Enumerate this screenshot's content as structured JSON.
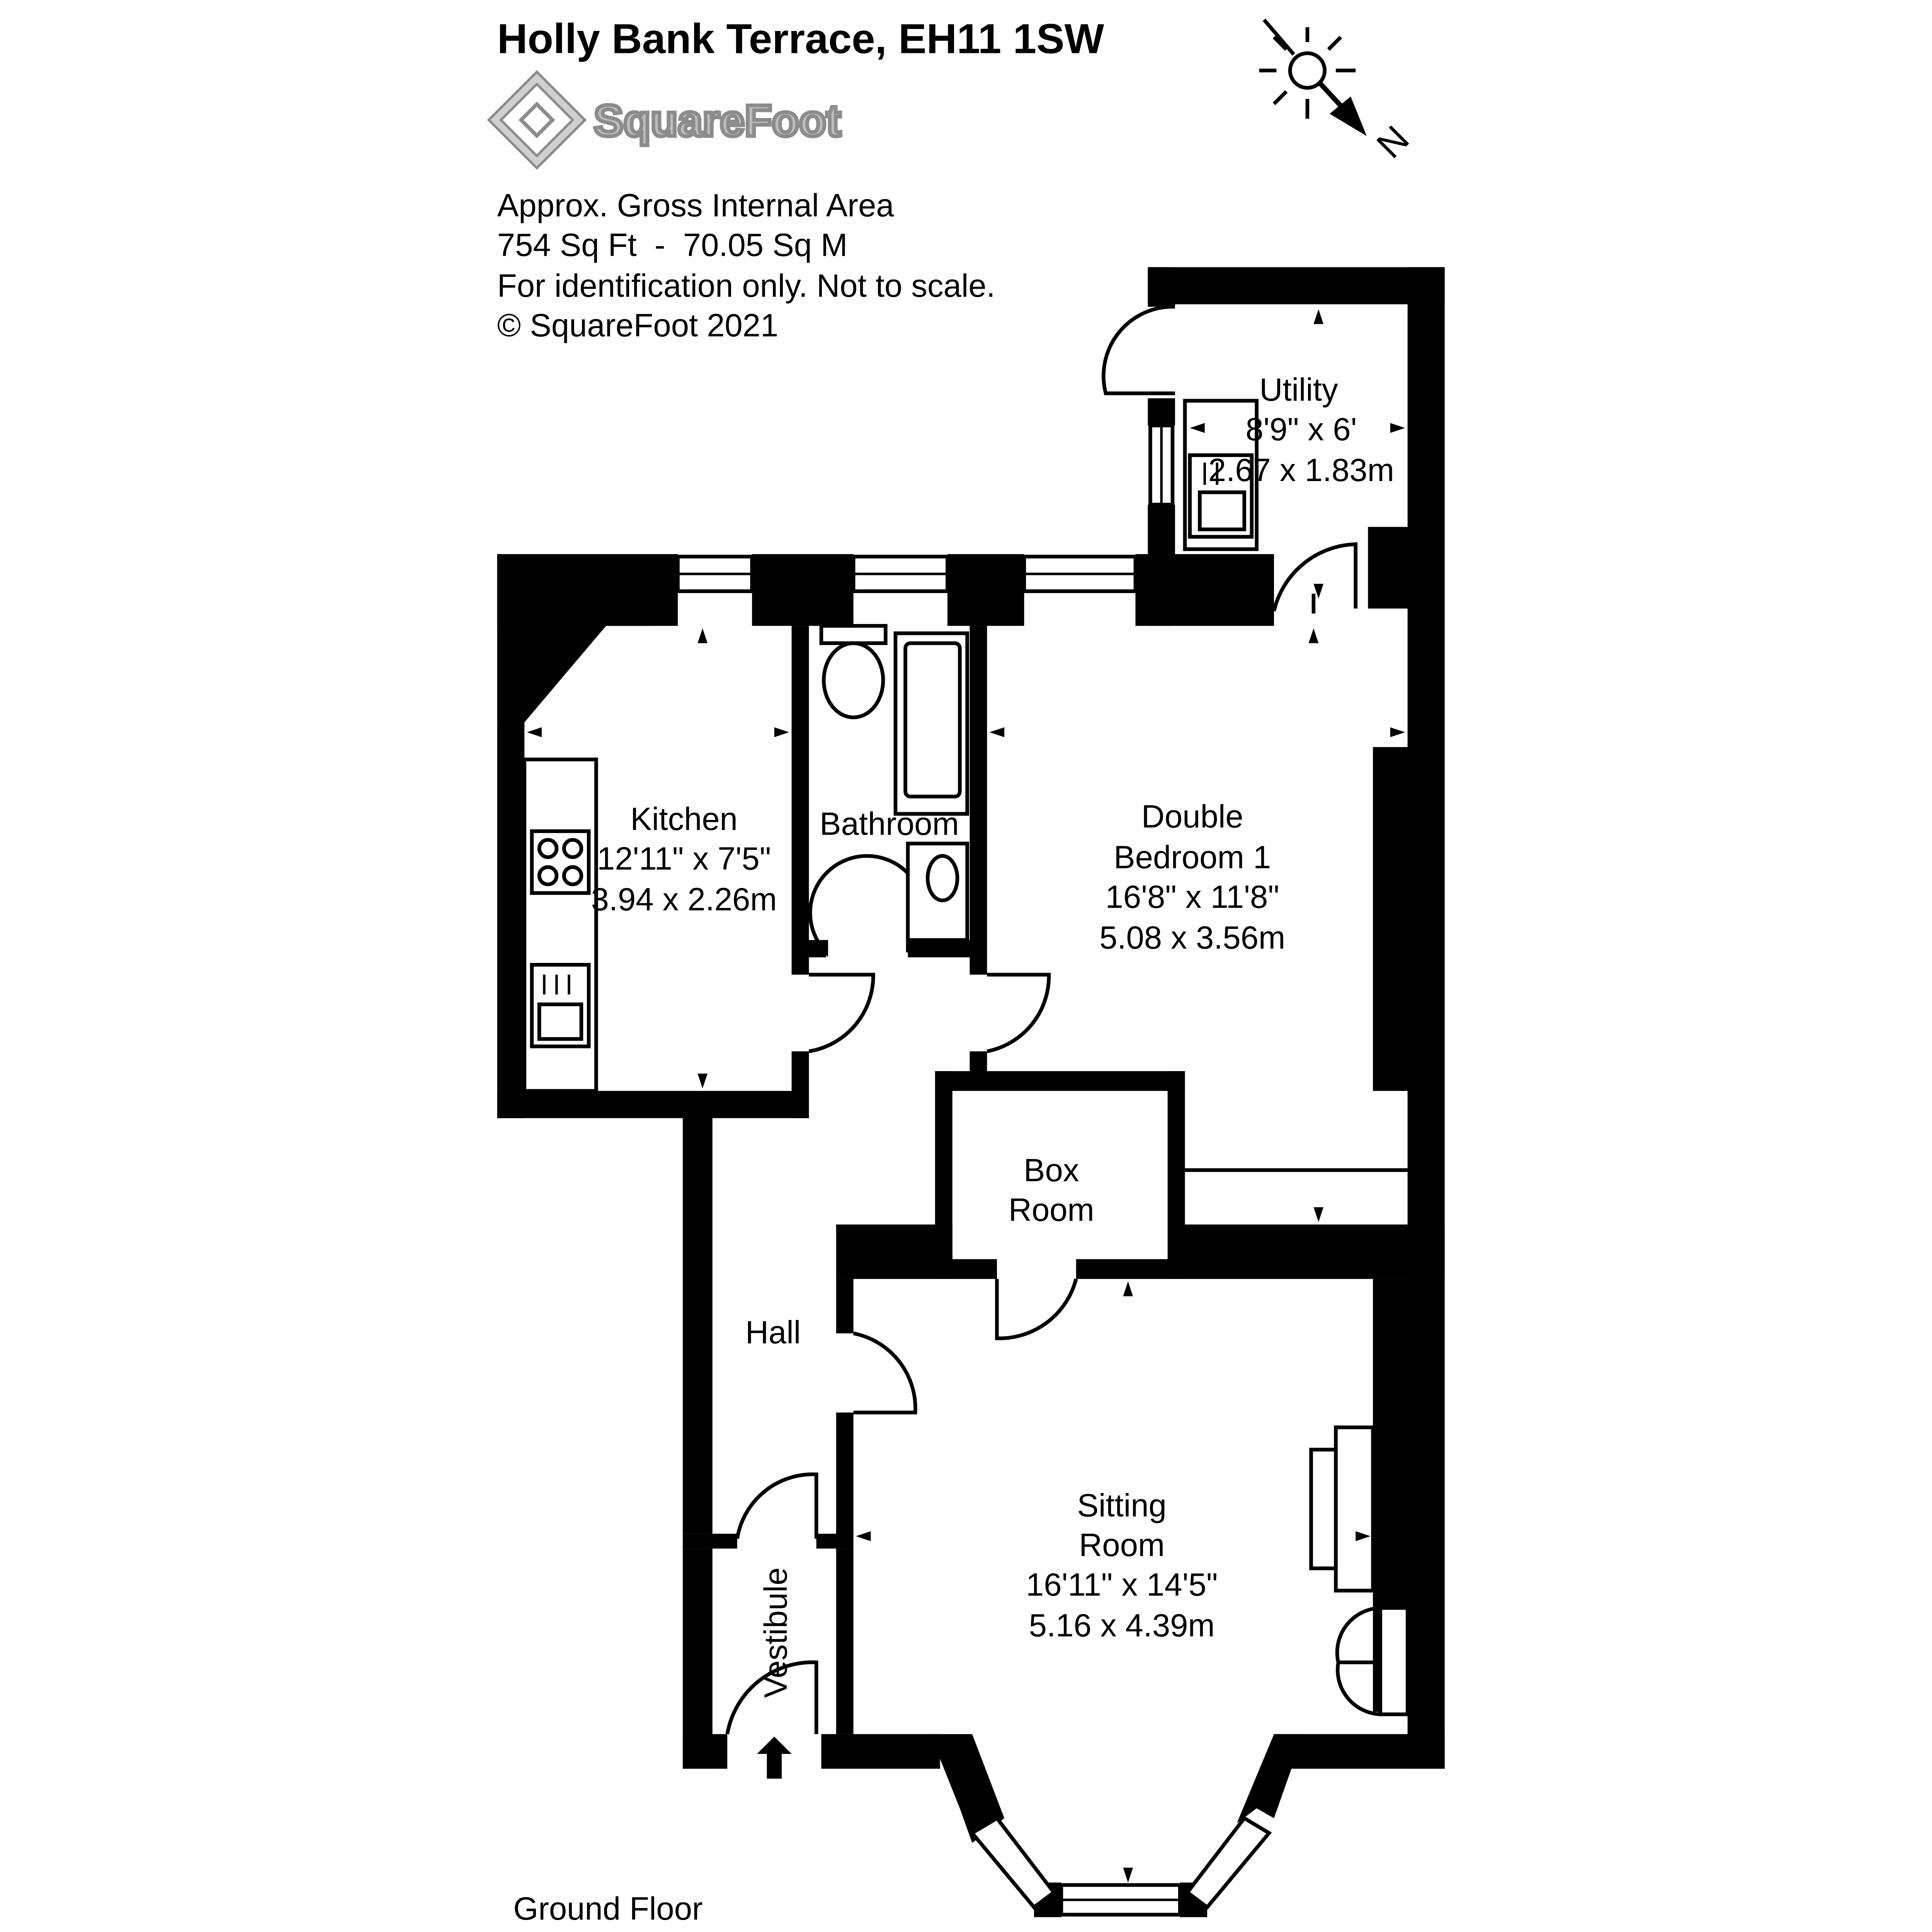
{
  "header": {
    "title": "Holly Bank Terrace, EH11 1SW",
    "brand": "SquareFoot",
    "info_lines": [
      "Approx. Gross Internal Area",
      "754 Sq Ft  -  70.05 Sq M",
      "For identification only. Not to scale.",
      "© SquareFoot 2021"
    ]
  },
  "compass": {
    "north_label": "N"
  },
  "rooms": {
    "utility": {
      "name": "Utility",
      "imperial": "8'9\" x 6'",
      "metric": "2.67 x 1.83m"
    },
    "kitchen": {
      "name": "Kitchen",
      "imperial": "12'11\" x 7'5\"",
      "metric": "3.94 x 2.26m"
    },
    "bathroom": {
      "name": "Bathroom"
    },
    "bedroom": {
      "name_line1": "Double",
      "name_line2": "Bedroom 1",
      "imperial": "16'8\" x 11'8\"",
      "metric": "5.08 x 3.56m"
    },
    "box_room": {
      "name_line1": "Box",
      "name_line2": "Room"
    },
    "hall": {
      "name": "Hall"
    },
    "vestibule": {
      "name": "Vestibule"
    },
    "sitting_room": {
      "name_line1": "Sitting",
      "name_line2": "Room",
      "imperial": "16'11\" x 14'5\"",
      "metric": "5.16 x 4.39m"
    }
  },
  "floor_label": "Ground Floor"
}
